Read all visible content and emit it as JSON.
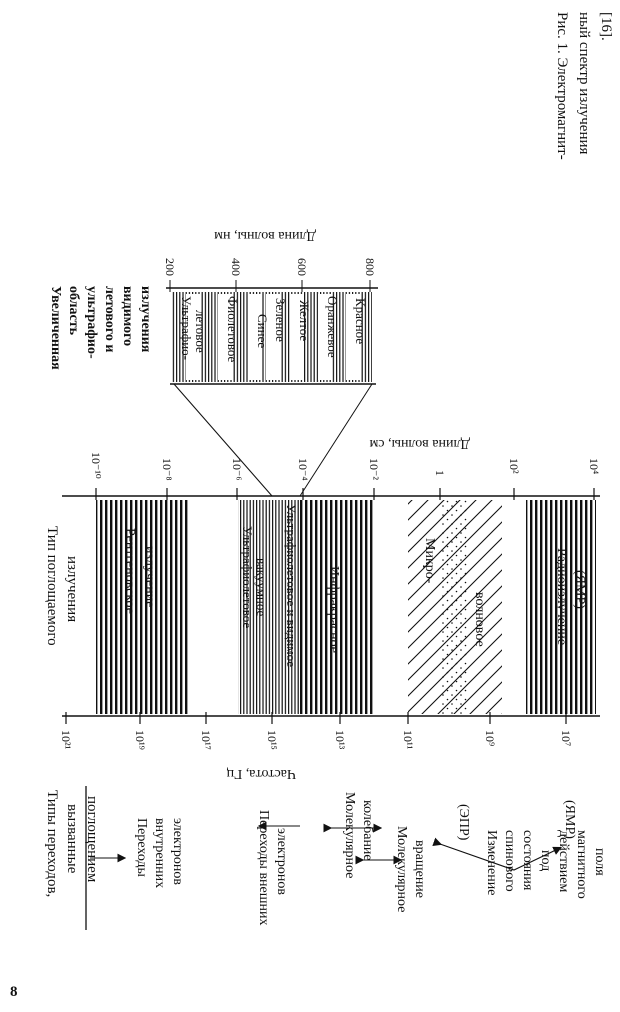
{
  "page_number": "8",
  "caption": {
    "line1": "Рис.   1.  Электромагнит-",
    "line2": "ный    спектр    излучения",
    "line3": "[16]."
  },
  "headers": {
    "radiation_type": [
      "Тип поглощаемого",
      "излучения"
    ],
    "transition_types": [
      "Типы переходов,",
      "вызванные",
      "поглощением"
    ],
    "enlarged": [
      "Увеличенная",
      "область",
      "ультрафио-",
      "летового и",
      "видимого",
      "излучения"
    ]
  },
  "axes": {
    "wavelength_cm": "Длина волны, см",
    "frequency_hz": "Частота, Гц",
    "wavelength_nm": "Длина волны, нм"
  },
  "wavelength_cm_ticks": [
    "10⁻¹⁰",
    "10⁻⁸",
    "10⁻⁶",
    "10⁻⁴",
    "10⁻²",
    "1",
    "10²",
    "10⁴"
  ],
  "frequency_ticks": [
    "10²¹",
    "10¹⁹",
    "10¹⁷",
    "10¹⁵",
    "10¹³",
    "10¹¹",
    "10⁹",
    "10⁷"
  ],
  "nm_ticks": [
    "200",
    "400",
    "600",
    "800"
  ],
  "regions": {
    "xray": [
      "Рентгеновское",
      "излучение"
    ],
    "uv_vacuum": [
      "Ультрафиолетовое",
      "вакуумное"
    ],
    "uv_visible": "Ультрафиолетовое и видимое",
    "infrared": "Инфракрасное",
    "microwave": [
      "Микро-",
      "волновое"
    ],
    "radio": [
      "Радиоизлучение",
      "(ЯМР)"
    ]
  },
  "colors": [
    "Ультрафио-",
    "летовое",
    "Фиолетовое",
    "Синее",
    "Зеленое",
    "Желтое",
    "Оранжевое",
    "Красное"
  ],
  "transitions": {
    "inner": [
      "Переходы",
      "внутренних",
      "электронов"
    ],
    "outer": [
      "Переходы внешних",
      "электронов"
    ],
    "vibration": [
      "Молекулярное",
      "колебание"
    ],
    "rotation": [
      "Молекулярное",
      "вращение"
    ],
    "spin": [
      "Изменение",
      "спинового",
      "состояния",
      "под",
      "действием",
      "магнитного",
      "поля"
    ],
    "epr": "(ЭПР)",
    "nmr": "(ЯМР)"
  }
}
